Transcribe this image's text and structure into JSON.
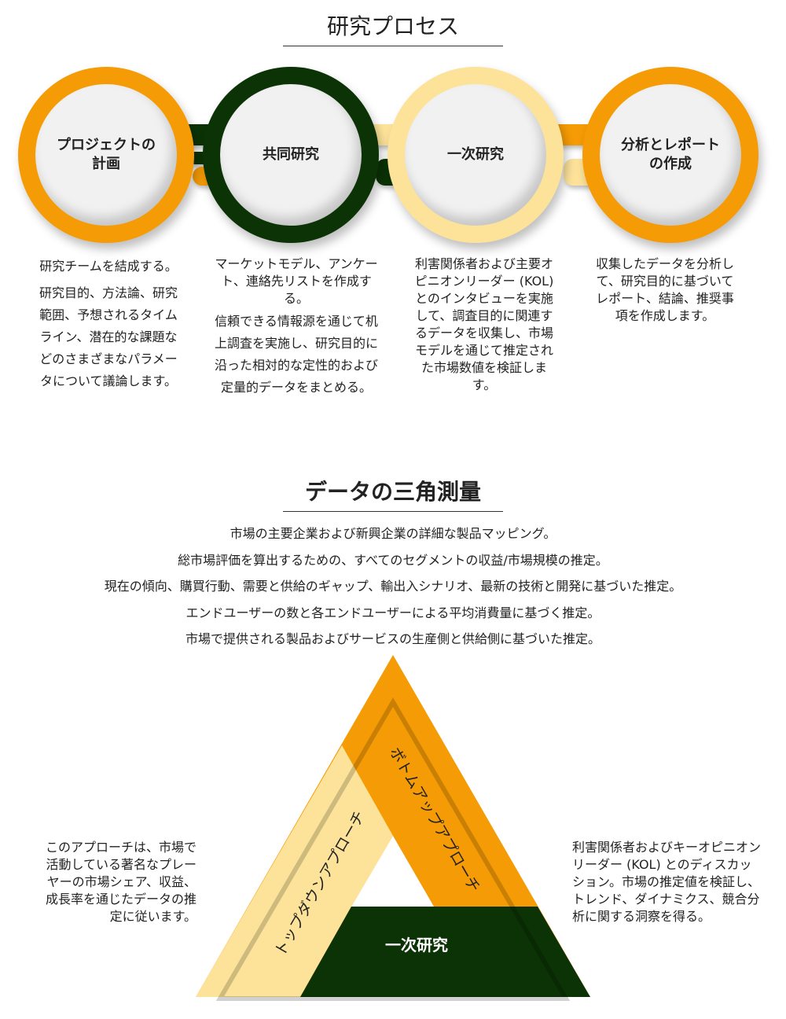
{
  "process": {
    "title": "研究プロセス",
    "steps": [
      {
        "label": "プロジェクトの計画",
        "paragraphs": [
          "研究チームを結成する。",
          "研究目的、方法論、研究範囲、予想されるタイムライン、潜在的な課題などのさまざまなパラメータについて議論します。"
        ]
      },
      {
        "label": "共同研究",
        "paragraphs": [
          "マーケットモデル、アンケート、連絡先リストを作成する。",
          "信頼できる情報源を通じて机上調査を実施し、研究目的に沿った相対的な定性的および定量的データをまとめる。"
        ]
      },
      {
        "label": "一次研究",
        "paragraphs": [
          "利害関係者および主要オピニオンリーダー (KOL) とのインタビューを実施して、調査目的に関連するデータを収集し、市場モデルを通じて推定された市場数値を検証します。"
        ]
      },
      {
        "label": "分析とレポートの作成",
        "paragraphs": [
          "収集したデータを分析して、研究目的に基づいてレポート、結論、推奨事項を作成します。"
        ]
      }
    ]
  },
  "triangulation": {
    "title": "データの三角測量",
    "bullets": [
      "市場の主要企業および新興企業の詳細な製品マッピング。",
      "総市場評価を算出するための、すべてのセグメントの収益/市場規模の推定。",
      "現在の傾向、購買行動、需要と供給のギャップ、輸出入シナリオ、最新の技術と開発に基づいた推定。",
      "エンドユーザーの数と各エンドユーザーによる平均消費量に基づく推定。",
      "市場で提供される製品およびサービスの生産側と供給側に基づいた推定。"
    ],
    "left_text": "このアプローチは、市場で活動している著名なプレーヤーの市場シェア、収益、成長率を通じたデータの推定に従います。",
    "right_text": "利害関係者およびキーオピニオンリーダー (KOL) とのディスカッション。市場の推定値を検証し、トレンド、ダイナミクス、競合分析に関する洞察を得る。",
    "left_band": "トップダウンアプローチ",
    "right_band": "ボトムアップアプローチ",
    "bottom_band": "一次研究"
  },
  "colors": {
    "orange": "#f59b05",
    "dark_green": "#0c3306",
    "light_yellow": "#fde39a"
  }
}
